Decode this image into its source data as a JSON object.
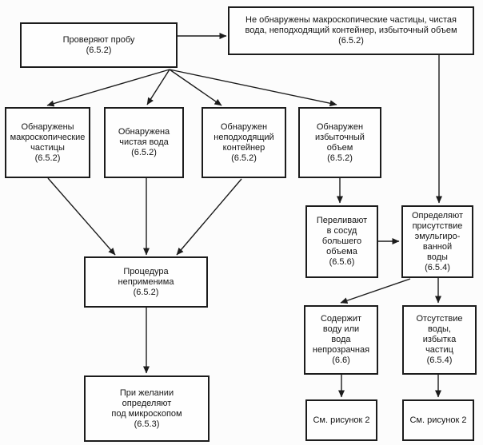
{
  "diagram": {
    "type": "flowchart",
    "language": "ru",
    "nodes": {
      "check_sample": {
        "text": "Проверяют пробу\n(6.5.2)"
      },
      "none_detected": {
        "text": "Не обнаружены макроскопические частицы, чистая\nвода, неподходящий контейнер, избыточный объем\n(6.5.2)"
      },
      "macro_particles": {
        "text": "Обнаружены\nмакроскопические\nчастицы\n(6.5.2)"
      },
      "clean_water": {
        "text": "Обнаружена\nчистая вода\n(6.5.2)"
      },
      "unsuitable_container": {
        "text": "Обнаружен\nнеподходящий\nконтейнер\n(6.5.2)"
      },
      "excess_volume": {
        "text": "Обнаружен\nизбыточный\nобъем\n(6.5.2)"
      },
      "procedure_not_applicable": {
        "text": "Процедура\nнеприменима\n(6.5.2)"
      },
      "pour_larger_vessel": {
        "text": "Переливают\nв сосуд\nбольшего\nобъема\n(6.5.6)"
      },
      "determine_emulsified_water": {
        "text": "Определяют\nприсутствие\nэмульгиро-\nванной\nводы\n(6.5.4)"
      },
      "contains_water": {
        "text": "Содержит\nводу или\nвода\nнепрозрачная\n(6.6)"
      },
      "no_water": {
        "text": "Отсутствие\nводы,\nизбытка\nчастиц\n(6.5.4)"
      },
      "microscope": {
        "text": "При желании\nопределяют\nпод микроскопом\n(6.5.3)"
      },
      "see_figure_left": {
        "text": "См. рисунок 2"
      },
      "see_figure_right": {
        "text": "См. рисунок 2"
      }
    },
    "colors": {
      "line": "#1c1c1c",
      "box_border": "#1c1c1c",
      "box_fill": "#fefefe",
      "background": "#fcfcfc",
      "text": "#141414"
    }
  }
}
